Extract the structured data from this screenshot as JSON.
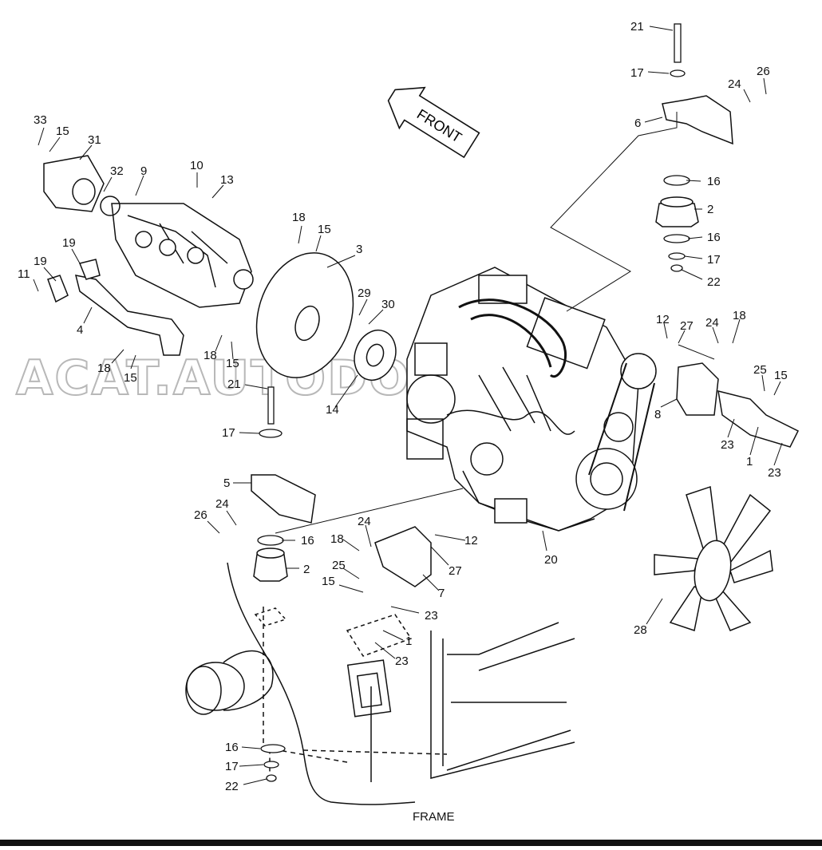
{
  "diagram": {
    "direction_label": "FRONT",
    "frame_label": "FRAME",
    "watermark": "ACAT.AUTODOC.RU",
    "callouts": [
      {
        "id": "c21a",
        "text": "21"
      },
      {
        "id": "c17a",
        "text": "17"
      },
      {
        "id": "c24a",
        "text": "24"
      },
      {
        "id": "c26a",
        "text": "26"
      },
      {
        "id": "c6",
        "text": "6"
      },
      {
        "id": "c16a",
        "text": "16"
      },
      {
        "id": "c2a",
        "text": "2"
      },
      {
        "id": "c16b",
        "text": "16"
      },
      {
        "id": "c17b",
        "text": "17"
      },
      {
        "id": "c22a",
        "text": "22"
      },
      {
        "id": "c33",
        "text": "33"
      },
      {
        "id": "c15a",
        "text": "15"
      },
      {
        "id": "c31",
        "text": "31"
      },
      {
        "id": "c32",
        "text": "32"
      },
      {
        "id": "c9",
        "text": "9"
      },
      {
        "id": "c10",
        "text": "10"
      },
      {
        "id": "c13",
        "text": "13"
      },
      {
        "id": "c18a",
        "text": "18"
      },
      {
        "id": "c15b",
        "text": "15"
      },
      {
        "id": "c3",
        "text": "3"
      },
      {
        "id": "c19a",
        "text": "19"
      },
      {
        "id": "c19b",
        "text": "19"
      },
      {
        "id": "c11",
        "text": "11"
      },
      {
        "id": "c4",
        "text": "4"
      },
      {
        "id": "c18b",
        "text": "18"
      },
      {
        "id": "c15c",
        "text": "15"
      },
      {
        "id": "c18c",
        "text": "18"
      },
      {
        "id": "c15d",
        "text": "15"
      },
      {
        "id": "c29",
        "text": "29"
      },
      {
        "id": "c30",
        "text": "30"
      },
      {
        "id": "c21b",
        "text": "21"
      },
      {
        "id": "c14",
        "text": "14"
      },
      {
        "id": "c17c",
        "text": "17"
      },
      {
        "id": "c5",
        "text": "5"
      },
      {
        "id": "c24b",
        "text": "24"
      },
      {
        "id": "c26b",
        "text": "26"
      },
      {
        "id": "c16c",
        "text": "16"
      },
      {
        "id": "c2b",
        "text": "2"
      },
      {
        "id": "c12a",
        "text": "12"
      },
      {
        "id": "c27a",
        "text": "27"
      },
      {
        "id": "c24c",
        "text": "24"
      },
      {
        "id": "c18d",
        "text": "18"
      },
      {
        "id": "c25a",
        "text": "25"
      },
      {
        "id": "c15e",
        "text": "15"
      },
      {
        "id": "c8",
        "text": "8"
      },
      {
        "id": "c23a",
        "text": "23"
      },
      {
        "id": "c1a",
        "text": "1"
      },
      {
        "id": "c23b",
        "text": "23"
      },
      {
        "id": "c18e",
        "text": "18"
      },
      {
        "id": "c24d",
        "text": "24"
      },
      {
        "id": "c12b",
        "text": "12"
      },
      {
        "id": "c27b",
        "text": "27"
      },
      {
        "id": "c25b",
        "text": "25"
      },
      {
        "id": "c15f",
        "text": "15"
      },
      {
        "id": "c7",
        "text": "7"
      },
      {
        "id": "c23c",
        "text": "23"
      },
      {
        "id": "c1b",
        "text": "1"
      },
      {
        "id": "c23d",
        "text": "23"
      },
      {
        "id": "c20",
        "text": "20"
      },
      {
        "id": "c28",
        "text": "28"
      },
      {
        "id": "c16d",
        "text": "16"
      },
      {
        "id": "c17d",
        "text": "17"
      },
      {
        "id": "c22b",
        "text": "22"
      }
    ]
  }
}
